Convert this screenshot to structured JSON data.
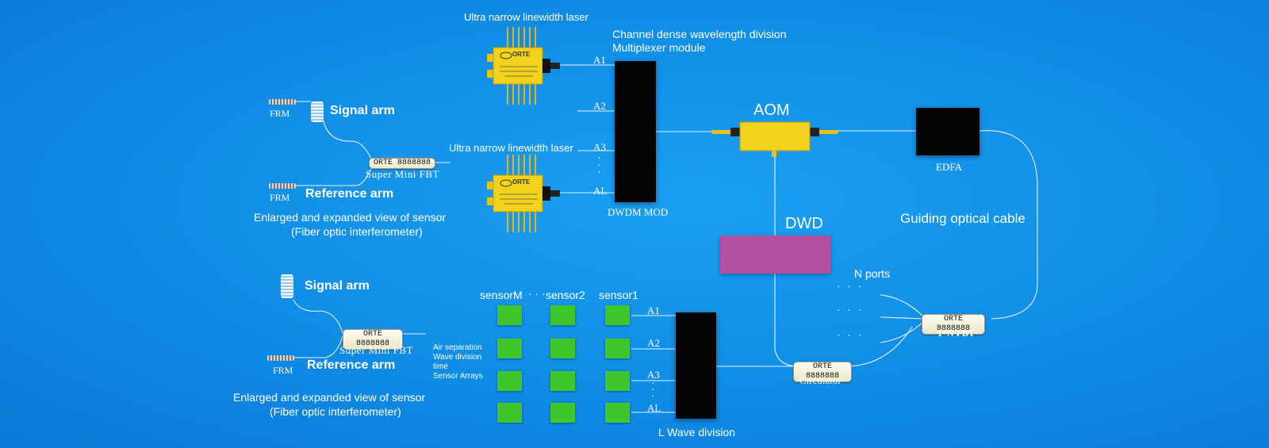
{
  "labels": {
    "ultra_laser_top": "Ultra narrow linewidth laser",
    "ultra_laser_mid": "Ultra narrow linewidth laser",
    "dwdm_title_line1": "Channel dense wavelength division",
    "dwdm_title_line2": "Multiplexer module",
    "dwdm_mod": "DWDM MOD",
    "aom": "AOM",
    "edfa": "EDFA",
    "dwd": "DWD",
    "guiding_cable": "Guiding optical cable",
    "n_ports": "N ports",
    "fbt_1n": "1*N FBT",
    "circulator": "Circulator",
    "l_wave_division": "L Wave division",
    "air_sep_line1": "Air separation",
    "air_sep_line2": "Wave division",
    "air_sep_line3": "time",
    "air_sep_line4": "Sensor Arrays",
    "sensor_m": "sensorM",
    "sensor_dots": "· · ·",
    "sensor_2": "sensor2",
    "sensor_1": "sensor1",
    "laser_brand": "ORTE",
    "fbt_code": "ORTE 8888888"
  },
  "dwdm_channels": [
    "A1",
    "A2",
    "A3",
    "AL"
  ],
  "wave_channels": [
    "A1",
    "A2",
    "A3",
    "AL"
  ],
  "sensor_top": {
    "frm_1": "FRM",
    "frm_2": "FRM",
    "signal_arm": "Signal arm",
    "reference_arm": "Reference arm",
    "fbt_label": "Super Mini FBT",
    "caption_line1": "Enlarged and expanded view of sensor",
    "caption_line2": "(Fiber optic interferometer)"
  },
  "sensor_bottom": {
    "frm": "FRM",
    "signal_arm": "Signal arm",
    "reference_arm": "Reference arm",
    "fbt_label": "Super Mini FBT",
    "caption_line1": "Enlarged and expanded view of sensor",
    "caption_line2": "(Fiber optic interferometer)"
  },
  "colors": {
    "background": "#0f8ae4",
    "laser_body": "#f2d21b",
    "aom_body": "#f2d21b",
    "dwd_box": "#b24fa0",
    "sensor_block": "#3fc62c",
    "module_block": "#050505"
  }
}
